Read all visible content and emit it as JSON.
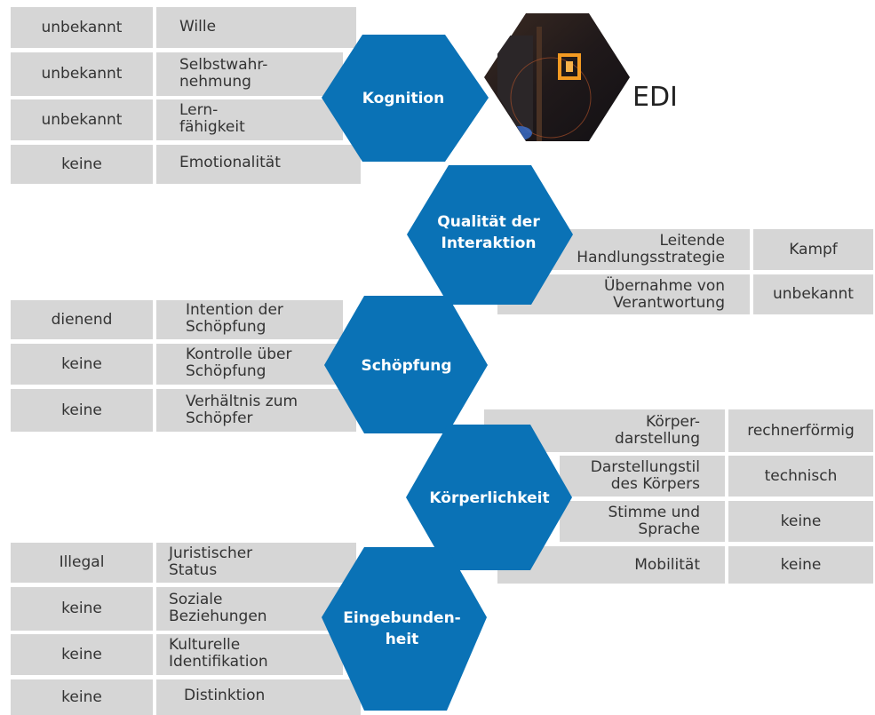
{
  "character": "EDI",
  "colors": {
    "hex_blue": "#0a72b6",
    "cell_gray": "#d6d6d6",
    "text": "#333333"
  },
  "categories": {
    "kognition": "Kognition",
    "interaktion": "Qualität der\nInteraktion",
    "schoepfung": "Schöpfung",
    "koerperlichkeit": "Körperlichkeit",
    "eingebundenheit": "Eingebunden-\nheit"
  },
  "kognition_rows": [
    {
      "value": "unbekannt",
      "label": "Wille"
    },
    {
      "value": "unbekannt",
      "label": "Selbstwahr-\nnehmung"
    },
    {
      "value": "unbekannt",
      "label": "Lern-\nfähigkeit"
    },
    {
      "value": "keine",
      "label": "Emotionalität"
    }
  ],
  "interaktion_rows": [
    {
      "label": "Leitende\nHandlungsstrategie",
      "value": "Kampf"
    },
    {
      "label": "Übernahme von\nVerantwortung",
      "value": "unbekannt"
    }
  ],
  "schoepfung_rows": [
    {
      "value": "dienend",
      "label": "Intention der\nSchöpfung"
    },
    {
      "value": "keine",
      "label": "Kontrolle über\nSchöpfung"
    },
    {
      "value": "keine",
      "label": "Verhältnis zum\nSchöpfer"
    }
  ],
  "koerper_rows": [
    {
      "label": "Körper-\ndarstellung",
      "value": "rechnerförmig"
    },
    {
      "label": "Darstellungstil\ndes Körpers",
      "value": "technisch"
    },
    {
      "label": "Stimme und\nSprache",
      "value": "keine"
    },
    {
      "label": "Mobilität",
      "value": "keine"
    }
  ],
  "eingebunden_rows": [
    {
      "value": "Illegal",
      "label": "Juristischer\nStatus"
    },
    {
      "value": "keine",
      "label": "Soziale\nBeziehungen"
    },
    {
      "value": "keine",
      "label": "Kulturelle\nIdentifikation"
    },
    {
      "value": "keine",
      "label": "Distinktion"
    }
  ]
}
